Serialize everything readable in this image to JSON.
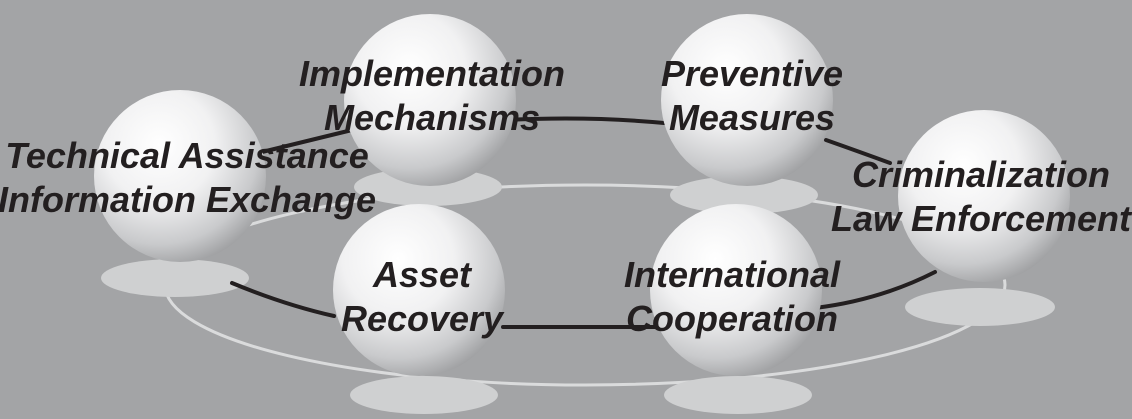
{
  "diagram": {
    "nodes": [
      {
        "id": "technical-assistance",
        "lines": [
          "Technical Assistance",
          "Information Exchange"
        ]
      },
      {
        "id": "implementation-mechanisms",
        "lines": [
          "Implementation",
          "Mechanisms"
        ]
      },
      {
        "id": "preventive-measures",
        "lines": [
          "Preventive",
          "Measures"
        ]
      },
      {
        "id": "criminalization-law-enforcement",
        "lines": [
          "Criminalization",
          "Law Enforcement"
        ]
      },
      {
        "id": "international-cooperation",
        "lines": [
          "International",
          "Cooperation"
        ]
      },
      {
        "id": "asset-recovery",
        "lines": [
          "Asset",
          "Recovery"
        ]
      }
    ],
    "connectors": [
      [
        "technical-assistance",
        "implementation-mechanisms"
      ],
      [
        "implementation-mechanisms",
        "preventive-measures"
      ],
      [
        "preventive-measures",
        "criminalization-law-enforcement"
      ],
      [
        "criminalization-law-enforcement",
        "international-cooperation"
      ],
      [
        "international-cooperation",
        "asset-recovery"
      ],
      [
        "asset-recovery",
        "technical-assistance"
      ]
    ],
    "colors": {
      "background": "#a3a4a6",
      "sphere_highlight": "#ffffff",
      "sphere_shade": "#8f9092",
      "shadow": "#cfd0d1",
      "ring": "#dadbdc",
      "connector": "#231f20",
      "text": "#231f20"
    }
  }
}
